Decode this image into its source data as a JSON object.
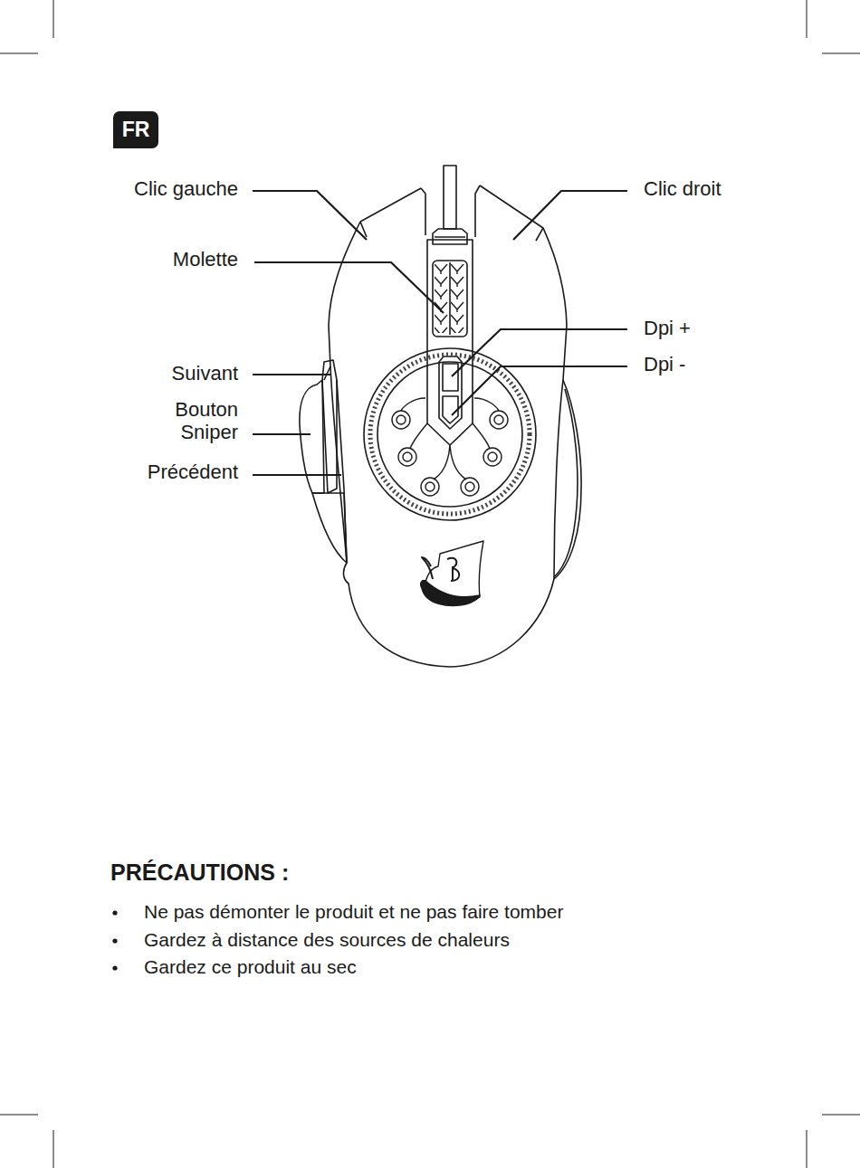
{
  "diagram": {
    "title": "PRÉCAUTIONS :",
    "nodes": [
      {
        "text": [
          "FR"
        ]
      }
    ],
    "labels": [
      "Clic gauche",
      "Clic droit",
      "Molette",
      "Dpi +",
      "Dpi -",
      "Suivant",
      "Bouton Sniper",
      "Précédent",
      "Ne pas démonter le produit et ne pas faire tomber",
      "Gardez à distance des sources de chaleurs",
      "Gardez ce produit au sec"
    ]
  }
}
